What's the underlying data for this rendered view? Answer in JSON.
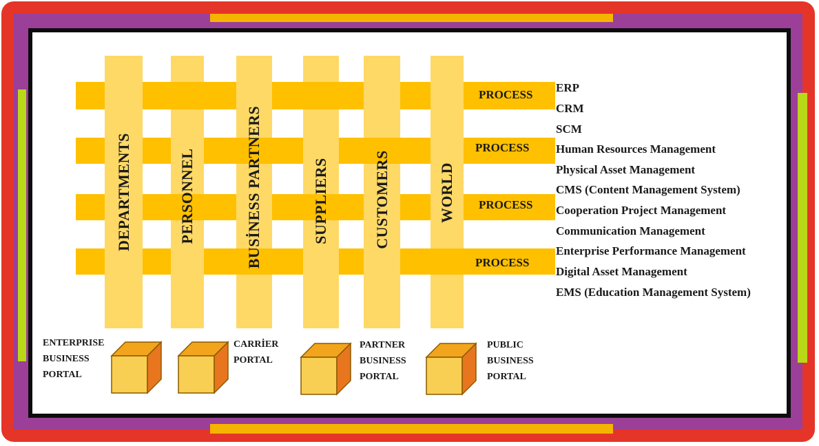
{
  "columns": [
    {
      "label": "DEPARTMENTS"
    },
    {
      "label": "PERSONNEL"
    },
    {
      "label": "BUSİNESS PARTNERS"
    },
    {
      "label": "SUPPLIERS"
    },
    {
      "label": "CUSTOMERS"
    },
    {
      "label": "WORLD"
    }
  ],
  "process_label": "PROCESS",
  "systems": [
    "ERP",
    "CRM",
    "SCM",
    "Human Resources Management",
    "Physical Asset Management",
    "CMS (Content Management System)",
    "Cooperation Project Management",
    "Communication Management",
    "Enterprise Performance Management",
    "Digital Asset Management",
    "EMS (Education Management System)"
  ],
  "portals": [
    {
      "lines": [
        "ENTERPRISE",
        "BUSINESS",
        "PORTAL"
      ]
    },
    {
      "lines": [
        "CARRİER",
        "PORTAL"
      ]
    },
    {
      "lines": [
        "PARTNER",
        "BUSINESS",
        "PORTAL"
      ]
    },
    {
      "lines": [
        "PUBLIC",
        "BUSINESS",
        "PORTAL"
      ]
    }
  ],
  "colors": {
    "outer_frame": "#e53528",
    "inner_frame": "#9b3f98",
    "accent_orange": "#f5b400",
    "accent_green": "#b9d816",
    "row_band": "#ffc000",
    "column_band": "#ffd966"
  }
}
